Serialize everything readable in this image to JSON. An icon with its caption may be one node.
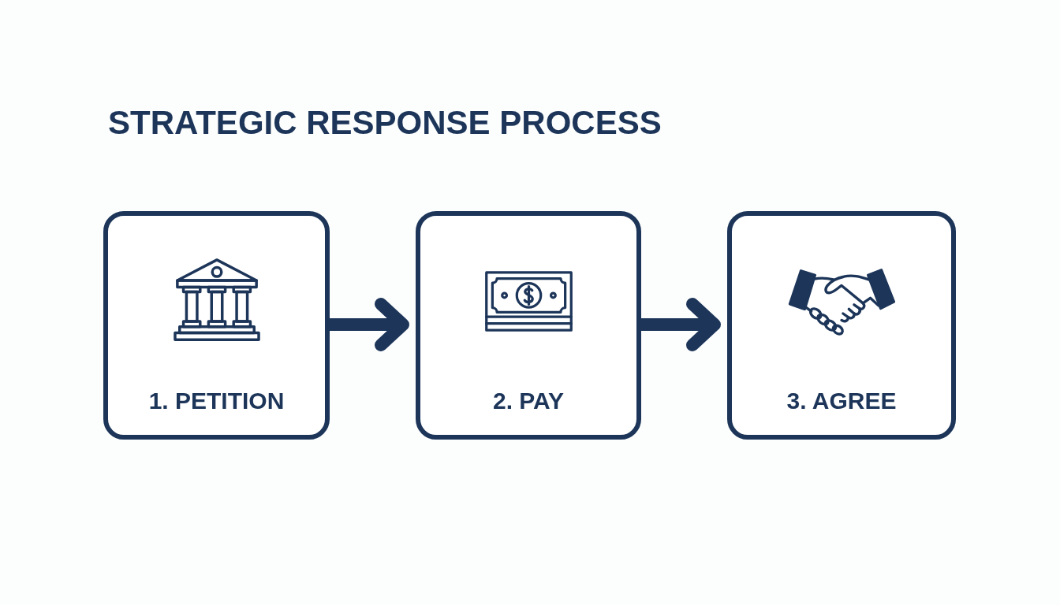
{
  "diagram": {
    "title": "STRATEGIC RESPONSE PROCESS",
    "nodes": [
      {
        "text": [
          "1. PETITION"
        ]
      },
      {
        "text": [
          "2. PAY"
        ]
      },
      {
        "text": [
          "3. AGREE"
        ]
      }
    ],
    "edges": [
      {
        "from": 0,
        "to": 1,
        "arrow": "to"
      },
      {
        "from": 1,
        "to": 2,
        "arrow": "to"
      }
    ]
  }
}
